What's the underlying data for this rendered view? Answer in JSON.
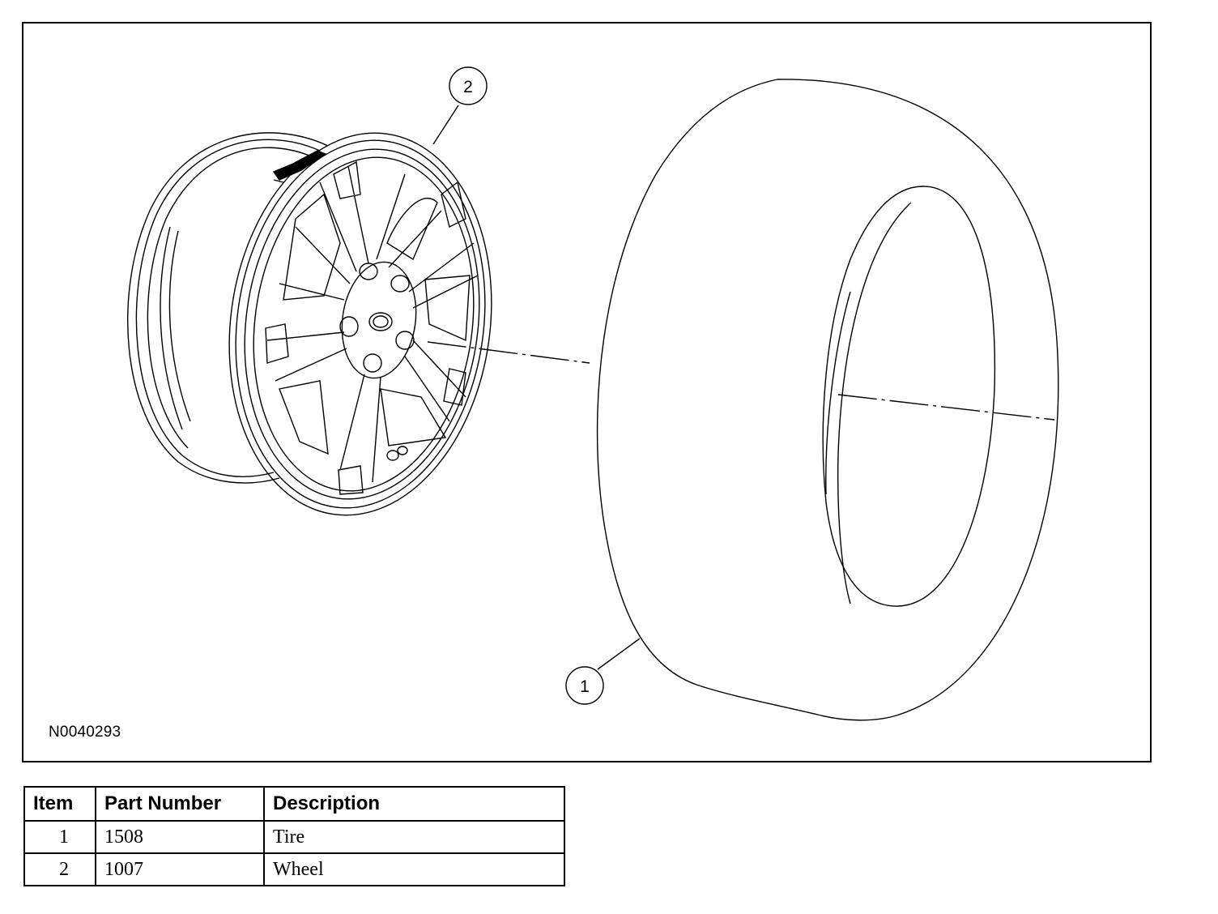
{
  "figure": {
    "id_label": "N0040293",
    "callouts": [
      {
        "number": "1",
        "refers_to": "tire"
      },
      {
        "number": "2",
        "refers_to": "wheel"
      }
    ]
  },
  "table": {
    "headers": {
      "item": "Item",
      "part_number": "Part Number",
      "description": "Description"
    },
    "rows": [
      {
        "item": "1",
        "part_number": "1508",
        "description": "Tire"
      },
      {
        "item": "2",
        "part_number": "1007",
        "description": "Wheel"
      }
    ]
  }
}
